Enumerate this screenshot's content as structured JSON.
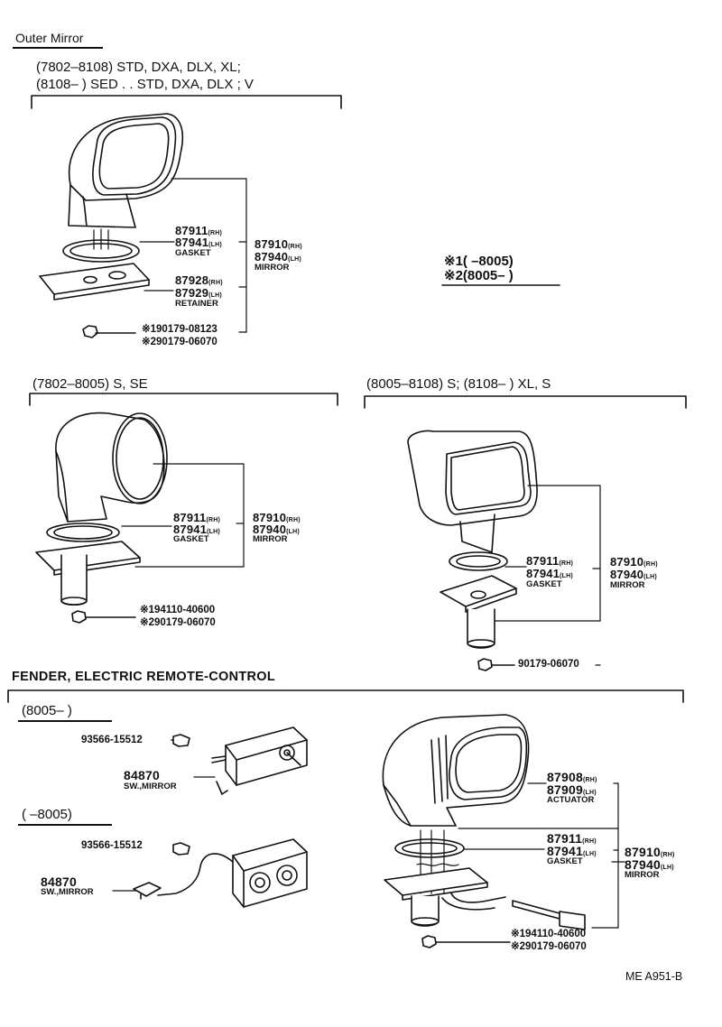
{
  "title": "Outer Mirror",
  "footer": "ME  A951-B",
  "sec1": {
    "line1": "(7802–8108)  STD,  DXA,  DLX,  XL;",
    "line2": "(8108–          ) SED . . STD, DXA, DLX ; V",
    "p_gasket_rh": "87911",
    "p_gasket_lh": "87941",
    "gasket": "GASKET",
    "p_mirror_rh": "87910",
    "p_mirror_lh": "87940",
    "mirror": "MIRROR",
    "p_ret_rh": "87928",
    "p_ret_lh": "87929",
    "retainer": "RETAINER",
    "nut1": "※190179-08123",
    "nut2": "※290179-06070",
    "rh": "(RH)",
    "lh": "(LH)",
    "note1": "※1(          –8005)",
    "note2": "※2(8005–          )"
  },
  "sec2": {
    "header": "(7802–8005) S, SE",
    "p_gasket_rh": "87911",
    "p_gasket_lh": "87941",
    "gasket": "GASKET",
    "p_mirror_rh": "87910",
    "p_mirror_lh": "87940",
    "mirror": "MIRROR",
    "nut1": "※194110-40600",
    "nut2": "※290179-06070"
  },
  "sec3": {
    "header": "(8005–8108)  S;  (8108–          )  XL,  S",
    "p_gasket_rh": "87911",
    "p_gasket_lh": "87941",
    "gasket": "GASKET",
    "p_mirror_rh": "87910",
    "p_mirror_lh": "87940",
    "mirror": "MIRROR",
    "nut": "90179-06070"
  },
  "sec4": {
    "title": "FENDER, ELECTRIC  REMOTE-CONTROL",
    "sub1": "(8005–          )",
    "sub2": "(          –8005)",
    "screw1": "93566-15512",
    "screw2": "93566-15512",
    "sw1_num": "84870",
    "sw1_name": "SW.,MIRROR",
    "sw2_num": "84870",
    "sw2_name": "SW.,MIRROR",
    "p_act_rh": "87908",
    "p_act_lh": "87909",
    "actuator": "ACTUATOR",
    "p_gasket_rh": "87911",
    "p_gasket_lh": "87941",
    "gasket": "GASKET",
    "p_mirror_rh": "87910",
    "p_mirror_lh": "87940",
    "mirror": "MIRROR",
    "nut1": "※194110-40600",
    "nut2": "※290179-06070"
  }
}
